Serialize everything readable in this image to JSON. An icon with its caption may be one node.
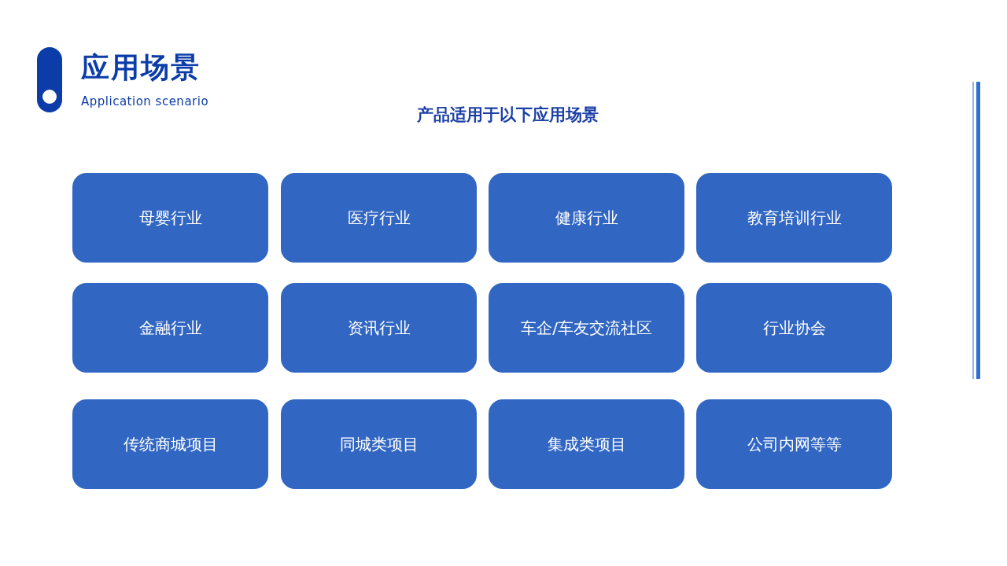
{
  "diagram": {
    "title": "应用场景",
    "labels": [
      "Application scenario",
      "产品适用于以下应用场景"
    ],
    "nodes": [
      {
        "text": [
          "母婴行业"
        ]
      },
      {
        "text": [
          "医疗行业"
        ]
      },
      {
        "text": [
          "健康行业"
        ]
      },
      {
        "text": [
          "教育培训行业"
        ]
      },
      {
        "text": [
          "金融行业"
        ]
      },
      {
        "text": [
          "资讯行业"
        ]
      },
      {
        "text": [
          "车企/车友交流社区"
        ]
      },
      {
        "text": [
          "行业协会"
        ]
      },
      {
        "text": [
          "传统商城项目"
        ]
      },
      {
        "text": [
          "同城类项目"
        ]
      },
      {
        "text": [
          "集成类项目"
        ]
      },
      {
        "text": [
          "公司内网等等"
        ]
      }
    ]
  }
}
